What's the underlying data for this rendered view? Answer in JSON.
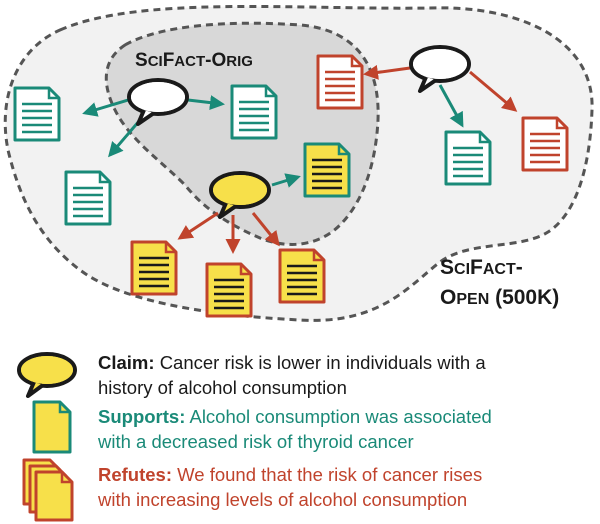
{
  "regions": {
    "orig_label": "SciFact-Orig",
    "open_label_line1": "SciFact-",
    "open_label_line2": "Open (500K)"
  },
  "legend": {
    "claim": {
      "label": "Claim:",
      "text_line1": "Cancer risk is lower in individuals with a",
      "text_line2": "history of alcohol consumption"
    },
    "supports": {
      "label": "Supports:",
      "text_line1": "Alcohol consumption was associated",
      "text_line2": "with a decreased risk of thyroid cancer"
    },
    "refutes": {
      "label": "Refutes:",
      "text_line1": "We found that the risk of cancer rises",
      "text_line2": "with increasing levels of alcohol consumption"
    }
  },
  "colors": {
    "supports": "#1a8a78",
    "refutes": "#c0432c",
    "claim_fill": "#f7e04a",
    "region_open_fill": "#f2f2f2",
    "region_orig_fill": "#d8d8d8"
  }
}
